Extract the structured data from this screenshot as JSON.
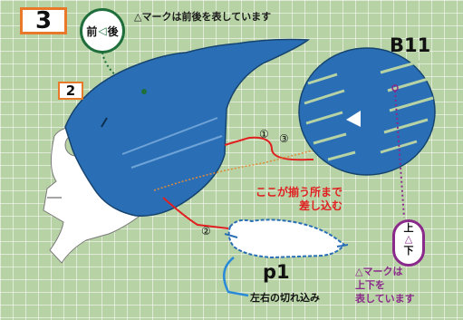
{
  "step": {
    "number": "3"
  },
  "part_label": "2",
  "direction_hint": {
    "front": "前",
    "mark": "◁",
    "back": "後"
  },
  "top_note": "△マークは前後を表しています",
  "disc_label": "B11",
  "slot_order": {
    "first": "①",
    "second": "③",
    "third": "②"
  },
  "insert_note": {
    "line1": "ここが揃う所まで",
    "line2": "差し込む"
  },
  "up_down_hint": {
    "up": "上",
    "mark": "△",
    "down": "下"
  },
  "up_down_note": {
    "line1": "△マークは",
    "line2": "上下を",
    "line3": "表しています"
  },
  "piece_label": "p1",
  "cut_note": "左右の切れ込み",
  "colors": {
    "blue_part": "#2a6fb5",
    "red_arrow": "#e02020",
    "purple_guide": "#8a2a8a",
    "green_guide": "#1f6e3c",
    "orange_frame": "#e8792b"
  }
}
